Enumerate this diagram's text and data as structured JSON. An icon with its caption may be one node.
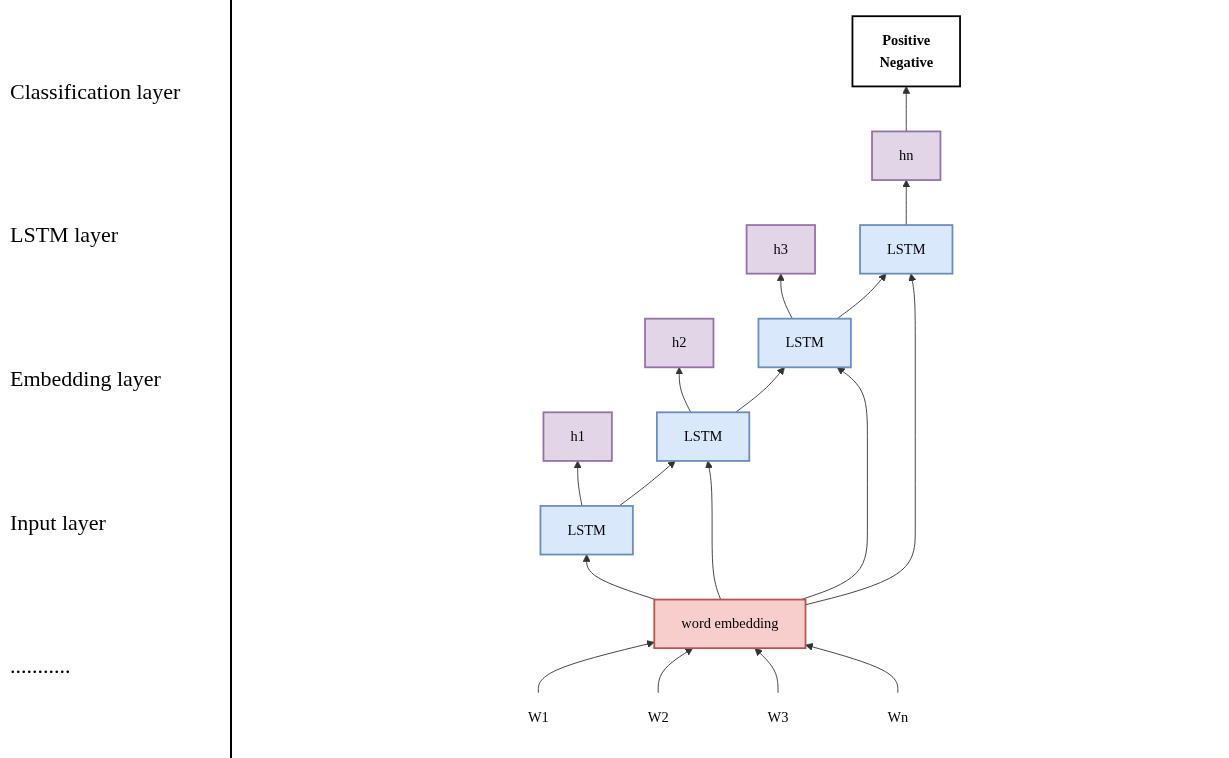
{
  "diagram": {
    "nodes": [
      {
        "text": [
          "h1"
        ]
      },
      {
        "text": [
          "h2"
        ]
      },
      {
        "text": [
          "h3"
        ]
      },
      {
        "text": [
          "hn"
        ]
      },
      {
        "text": [
          "Positive",
          "Negative"
        ]
      },
      {
        "text": [
          "LSTM"
        ]
      },
      {
        "text": [
          "LSTM"
        ]
      },
      {
        "text": [
          "LSTM"
        ]
      },
      {
        "text": [
          "LSTM"
        ]
      },
      {
        "text": [
          "word embedding"
        ]
      },
      {
        "text": [
          "W1"
        ]
      },
      {
        "text": [
          "W2"
        ]
      },
      {
        "text": [
          "W3"
        ]
      },
      {
        "text": [
          "Wn"
        ]
      }
    ],
    "edges": [
      {
        "from": 3,
        "to": 4,
        "arrow": "to"
      },
      {
        "from": 5,
        "to": 6,
        "arrow": "to"
      },
      {
        "from": 6,
        "to": 7,
        "arrow": "to"
      },
      {
        "from": 7,
        "to": 8,
        "arrow": "to"
      },
      {
        "from": 5,
        "to": 0,
        "arrow": "to"
      },
      {
        "from": 6,
        "to": 1,
        "arrow": "to"
      },
      {
        "from": 7,
        "to": 2,
        "arrow": "to"
      },
      {
        "from": 8,
        "to": 3,
        "arrow": "to"
      },
      {
        "from": 9,
        "to": 5,
        "arrow": "to"
      },
      {
        "from": 9,
        "to": 6,
        "arrow": "to"
      },
      {
        "from": 9,
        "to": 7,
        "arrow": "to"
      },
      {
        "from": 9,
        "to": 8,
        "arrow": "to"
      },
      {
        "from": 10,
        "to": 9,
        "arrow": "to"
      },
      {
        "from": 11,
        "to": 9,
        "arrow": "to"
      },
      {
        "from": 12,
        "to": 9,
        "arrow": "to"
      },
      {
        "from": 13,
        "to": 9,
        "arrow": "to"
      }
    ],
    "labels": [
      "Classification layer",
      "LSTM layer",
      "Embedding layer",
      "Input layer",
      "..........."
    ]
  }
}
